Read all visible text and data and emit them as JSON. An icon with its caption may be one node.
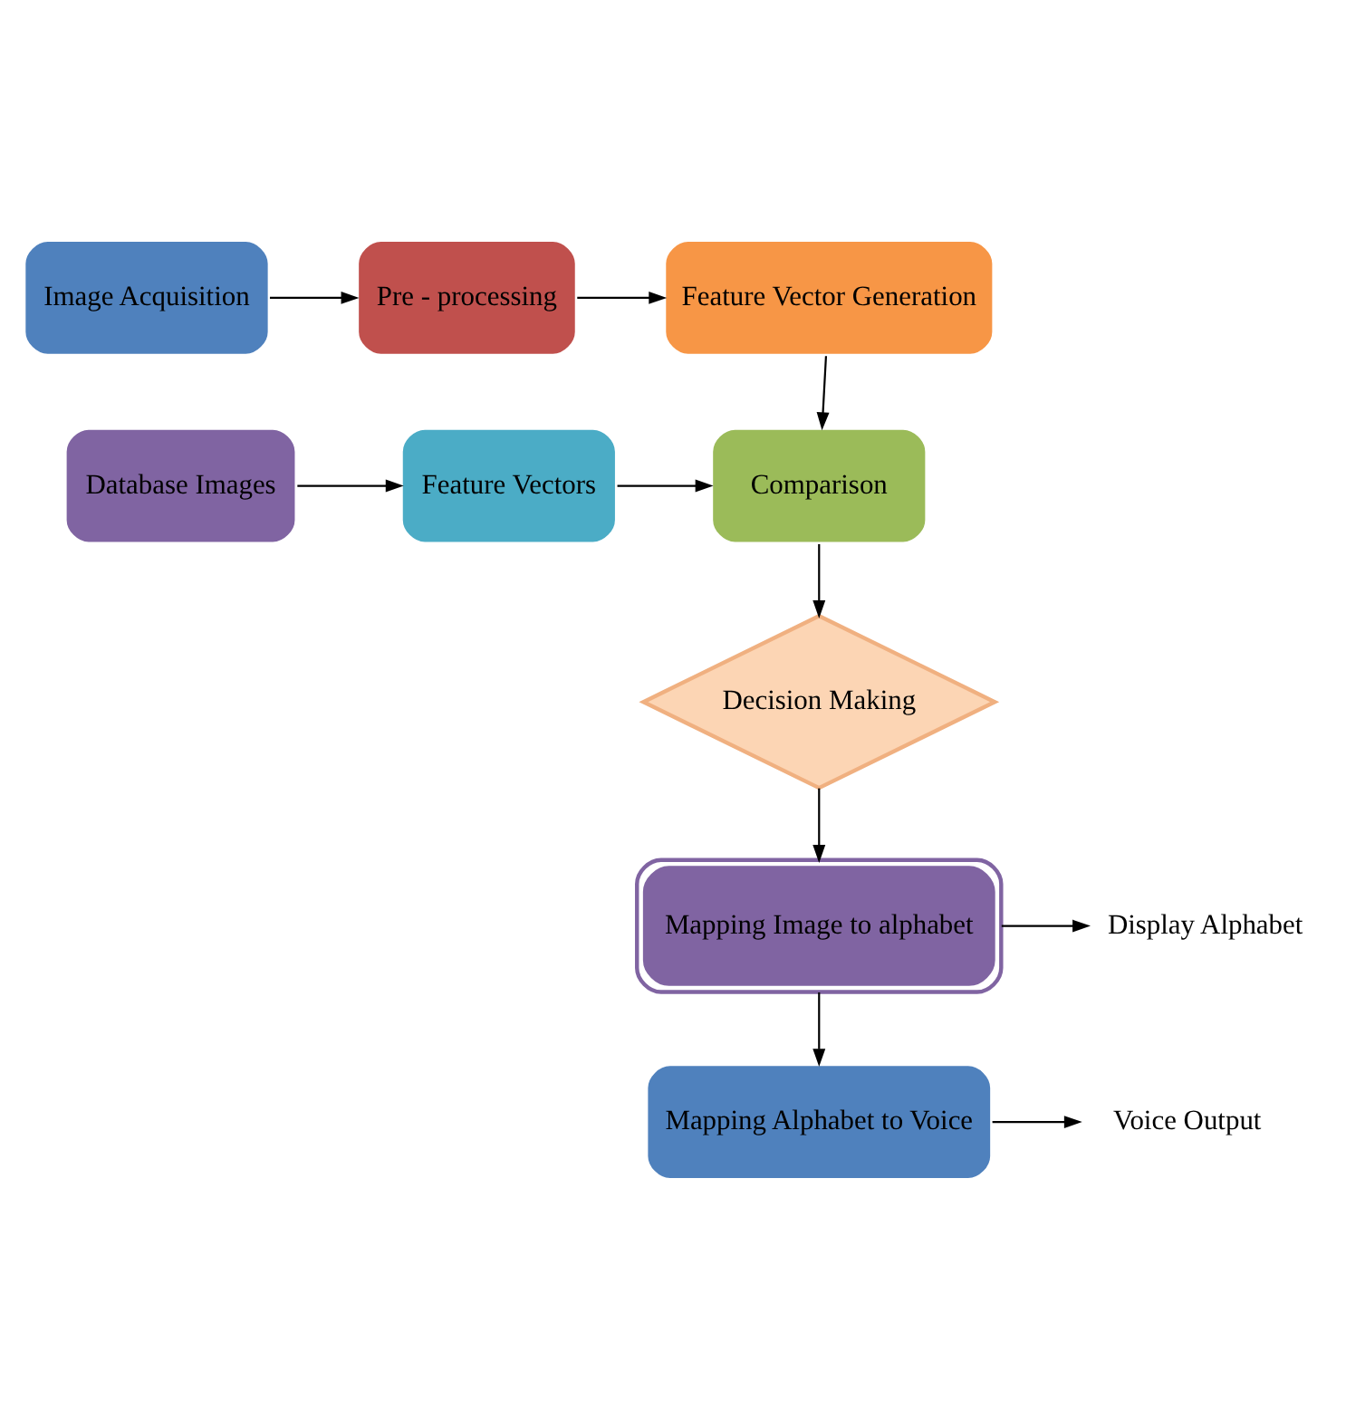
{
  "diagram": {
    "nodes": [
      {
        "text": [
          "Image Acquisition"
        ]
      },
      {
        "text": [
          "Pre - processing"
        ]
      },
      {
        "text": [
          "Feature Vector Generation"
        ]
      },
      {
        "text": [
          "Database Images"
        ]
      },
      {
        "text": [
          "Feature Vectors"
        ]
      },
      {
        "text": [
          "Comparison"
        ]
      },
      {
        "text": [
          "Decision Making"
        ]
      },
      {
        "text": [
          "Mapping Image to alphabet"
        ]
      },
      {
        "text": [
          "Display Alphabet"
        ]
      },
      {
        "text": [
          "Mapping Alphabet to Voice"
        ]
      },
      {
        "text": [
          "Voice Output"
        ]
      }
    ],
    "edges": [
      {
        "from": 0,
        "to": 1,
        "arrow": "to"
      },
      {
        "from": 1,
        "to": 2,
        "arrow": "to"
      },
      {
        "from": 2,
        "to": 5,
        "arrow": "to"
      },
      {
        "from": 3,
        "to": 4,
        "arrow": "to"
      },
      {
        "from": 4,
        "to": 5,
        "arrow": "to"
      },
      {
        "from": 5,
        "to": 6,
        "arrow": "to"
      },
      {
        "from": 6,
        "to": 7,
        "arrow": "to"
      },
      {
        "from": 7,
        "to": 8,
        "arrow": "to"
      },
      {
        "from": 7,
        "to": 9,
        "arrow": "to"
      },
      {
        "from": 9,
        "to": 10,
        "arrow": "to"
      }
    ]
  }
}
